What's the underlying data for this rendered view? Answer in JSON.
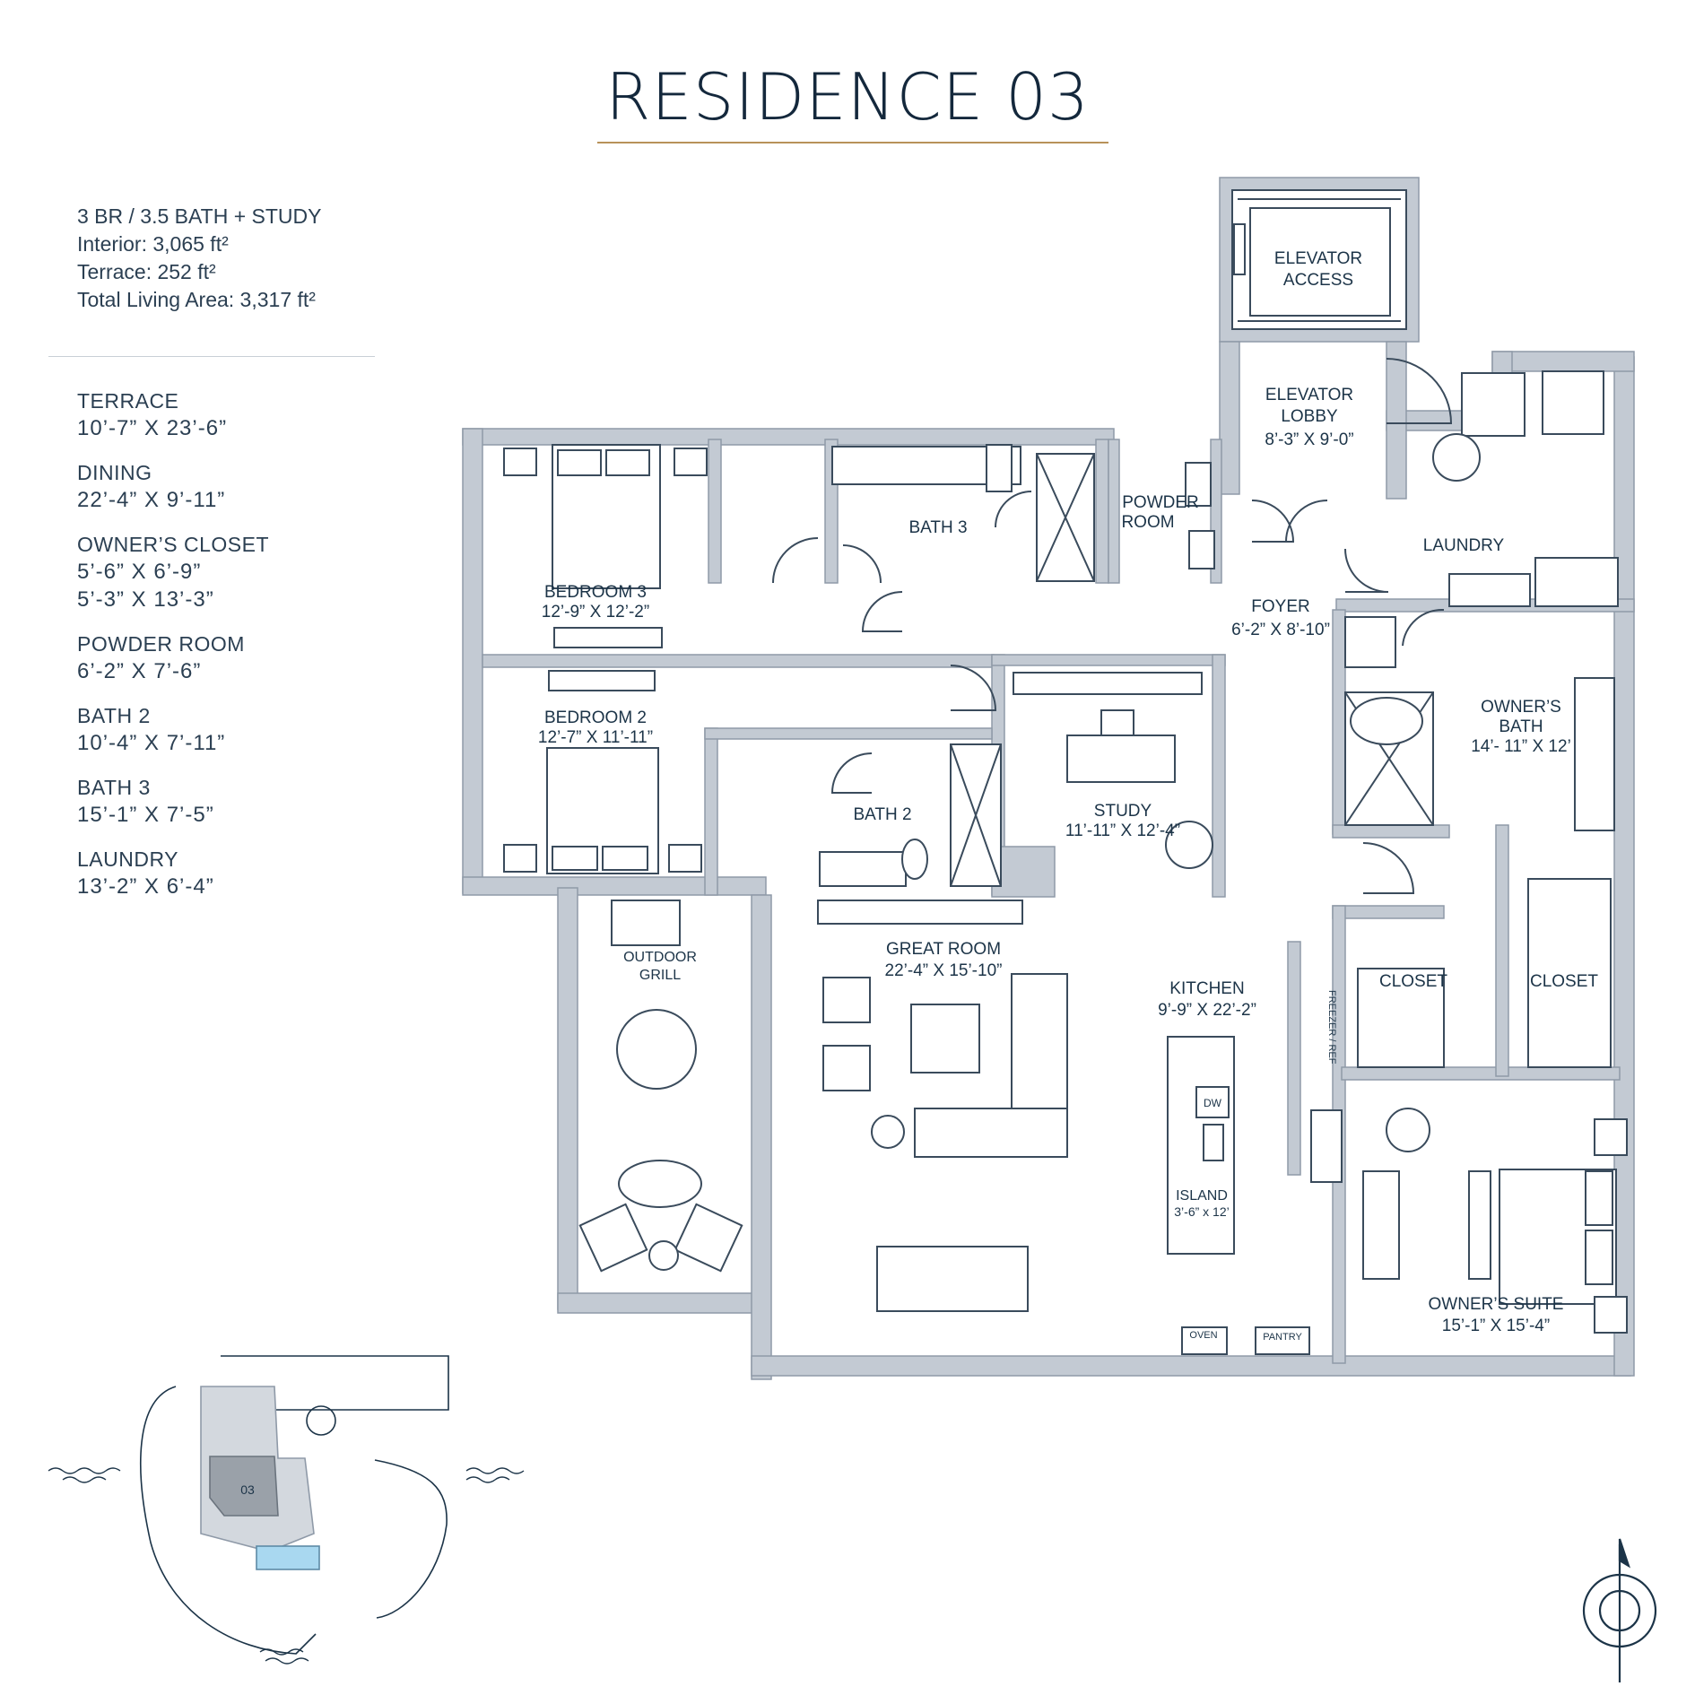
{
  "title": "RESIDENCE 03",
  "summary": {
    "config": "3 BR / 3.5 BATH + STUDY",
    "interior": "Interior: 3,065 ft²",
    "terrace": "Terrace: 252 ft²",
    "total": "Total Living Area: 3,317 ft²"
  },
  "dimensions": [
    {
      "name": "TERRACE",
      "values": [
        "10’-7” X 23’-6”"
      ]
    },
    {
      "name": "DINING",
      "values": [
        "22’-4” X 9’-11”"
      ]
    },
    {
      "name": "OWNER’S CLOSET",
      "values": [
        "5’-6” X 6’-9”",
        "5’-3” X 13’-3”"
      ]
    },
    {
      "name": "POWDER ROOM",
      "values": [
        "6’-2” X 7’-6”"
      ]
    },
    {
      "name": "BATH 2",
      "values": [
        "10’-4” X 7’-11”"
      ]
    },
    {
      "name": "BATH 3",
      "values": [
        "15’-1” X 7’-5”"
      ]
    },
    {
      "name": "LAUNDRY",
      "values": [
        "13’-2” X 6’-4”"
      ]
    }
  ],
  "rooms": {
    "elevator_access": [
      "ELEVATOR",
      "ACCESS"
    ],
    "elevator_lobby": {
      "name": [
        "ELEVATOR",
        "LOBBY"
      ],
      "dim": "8’-3” X 9’-0”"
    },
    "powder_room": [
      "POWDER",
      "ROOM"
    ],
    "bath3": "BATH 3",
    "laundry": "LAUNDRY",
    "bedroom3": {
      "name": "BEDROOM 3",
      "dim": "12’-9” X 12’-2”"
    },
    "foyer": {
      "name": "FOYER",
      "dim": "6’-2” X 8’-10”"
    },
    "bedroom2": {
      "name": "BEDROOM 2",
      "dim": "12’-7” X 11’-11”"
    },
    "owners_bath": {
      "name": [
        "OWNER’S",
        "BATH"
      ],
      "dim": "14’- 11” X 12’"
    },
    "bath2": "BATH 2",
    "study": {
      "name": "STUDY",
      "dim": "11’-11” X 12’-4”"
    },
    "outdoor_grill": [
      "OUTDOOR",
      "GRILL"
    ],
    "great_room": {
      "name": "GREAT ROOM",
      "dim": "22’-4” X 15’-10”"
    },
    "kitchen": {
      "name": "KITCHEN",
      "dim": "9’-9” X 22’-2”"
    },
    "closet_left": "CLOSET",
    "closet_right": "CLOSET",
    "freezer": "FREEZER / REF",
    "dw": "DW",
    "island": {
      "name": "ISLAND",
      "dim": "3’-6” x 12’"
    },
    "owners_suite": {
      "name": "OWNER’S SUITE",
      "dim": "15’-1” X 15’-4”"
    },
    "oven": "OVEN",
    "pantry": "PANTRY"
  },
  "keyplan": {
    "unit_label": "03"
  },
  "colors": {
    "wall": "#c3cad3",
    "wall_stroke": "#8f9aa8",
    "text": "#1c3448",
    "accent_rule": "#b8925a",
    "unit_highlight": "#9aa1a9",
    "pool": "#a9d8f0"
  }
}
